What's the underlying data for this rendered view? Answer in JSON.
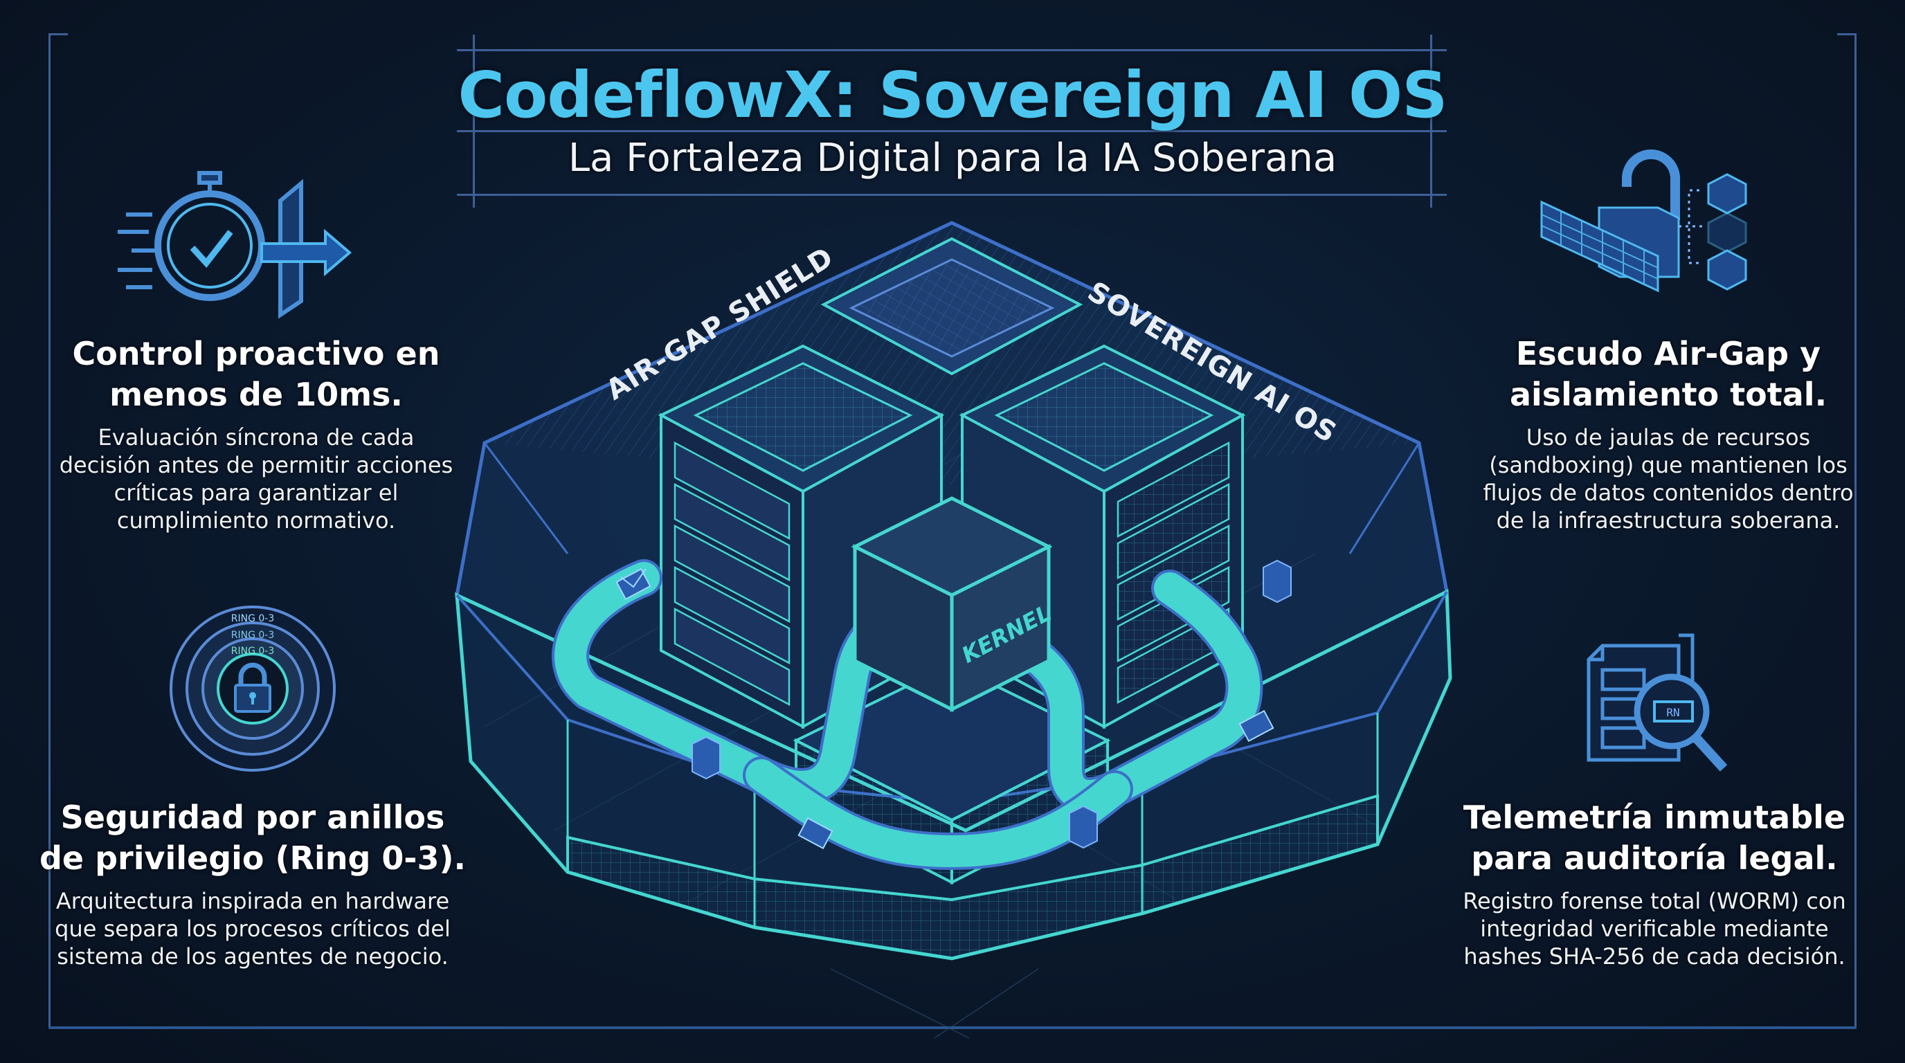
{
  "header": {
    "title": "CodeflowX: Sovereign AI OS",
    "subtitle": "La Fortaleza Digital para la IA Soberana"
  },
  "features": {
    "top_left": {
      "icon": "stopwatch-check-arrow-icon",
      "title_line1": "Control proactivo en",
      "title_line2": "menos de 10ms.",
      "desc_lines": [
        "Evaluación síncrona de cada",
        "decisión antes de permitir acciones",
        "críticas para garantizar el",
        "cumplimiento normativo."
      ]
    },
    "bottom_left": {
      "icon": "privilege-rings-lock-icon",
      "ring_labels": [
        "RING 0-3",
        "RING 0-3",
        "RING 0-3"
      ],
      "title_line1": "Seguridad por anillos",
      "title_line2": "de privilegio (Ring 0-3).",
      "desc_lines": [
        "Arquitectura inspirada en hardware",
        "que separa los procesos críticos del",
        "sistema de los agentes de negocio."
      ]
    },
    "top_right": {
      "icon": "firewall-lock-isolated-cubes-icon",
      "title_line1": "Escudo Air-Gap y",
      "title_line2": "aislamiento total.",
      "desc_lines": [
        "Uso de jaulas de recursos",
        "(sandboxing) que mantienen los",
        "flujos de datos contenidos dentro",
        "de la infraestructura soberana."
      ]
    },
    "bottom_right": {
      "icon": "document-magnifier-audit-icon",
      "doc_glyph": "RN",
      "title_line1": "Telemetría inmutable",
      "title_line2": "para auditoría legal.",
      "desc_lines": [
        "Registro forense total (WORM) con",
        "integridad verificable mediante",
        "hashes SHA-256 de cada decisión."
      ]
    }
  },
  "illustration": {
    "shield_label": "AIR-GAP SHIELD",
    "os_label": "SOVEREIGN AI OS",
    "kernel_label": "KERNEL",
    "elements": [
      "server-rack-left",
      "server-rack-right",
      "server-rack-back",
      "kernel-cube",
      "data-flow-ring",
      "envelope-packets",
      "data-cubes",
      "air-gap-shield-enclosure"
    ]
  },
  "colors": {
    "background": "#0b1a2e",
    "title": "#4cc6ef",
    "frame": "#3f5f96",
    "teal": "#45d6d0",
    "blue": "#3d6fc8",
    "icon_blue": "#4a90d9"
  }
}
